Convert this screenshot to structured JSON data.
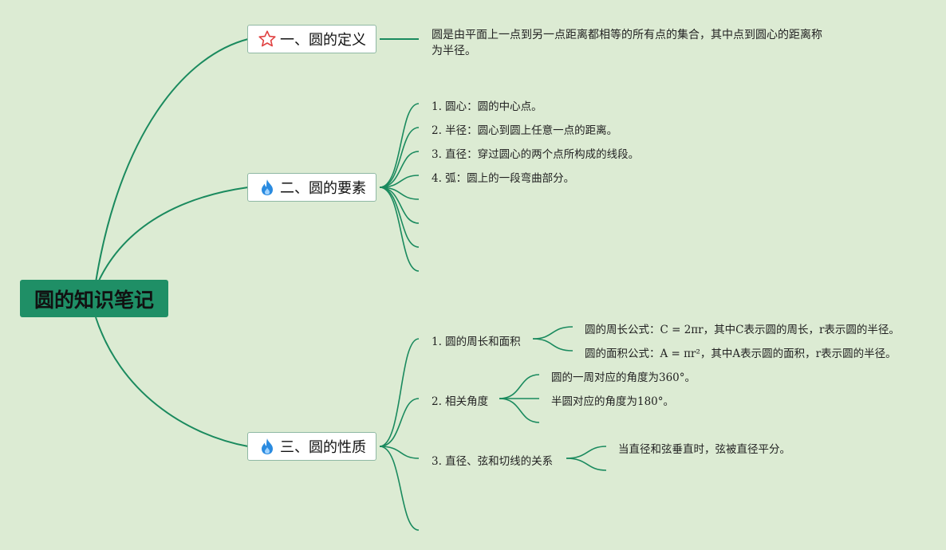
{
  "root": {
    "title": "圆的知识笔记"
  },
  "branches": [
    {
      "label": "一、圆的定义",
      "icon": "star-icon",
      "children": [
        "圆是由平面上一点到另一点距离都相等的所有点的集合，其中点到圆心的距离称",
        "为半径。"
      ]
    },
    {
      "label": "二、圆的要素",
      "icon": "flame-icon",
      "children": [
        "1. 圆心：圆的中心点。",
        "2. 半径：圆心到圆上任意一点的距离。",
        "3. 直径：穿过圆心的两个点所构成的线段。",
        "4. 弧：圆上的一段弯曲部分。"
      ]
    },
    {
      "label": "三、圆的性质",
      "icon": "flame-icon",
      "children": [
        {
          "label": "1. 圆的周长和面积",
          "details": [
            "圆的周长公式：C = 2πr，其中C表示圆的周长，r表示圆的半径。",
            "圆的面积公式：A = πr²，其中A表示圆的面积，r表示圆的半径。"
          ]
        },
        {
          "label": "2. 相关角度",
          "details": [
            "圆的一周对应的角度为360°。",
            "半圆对应的角度为180°。"
          ]
        },
        {
          "label": "3. 直径、弦和切线的关系",
          "details": [
            "当直径和弦垂直时，弦被直径平分。"
          ]
        }
      ]
    }
  ],
  "colors": {
    "background": "#dcebd3",
    "root": "#1f8f66",
    "line": "#1a8a5e",
    "star": "#e04040",
    "flame": "#2a8be0"
  }
}
